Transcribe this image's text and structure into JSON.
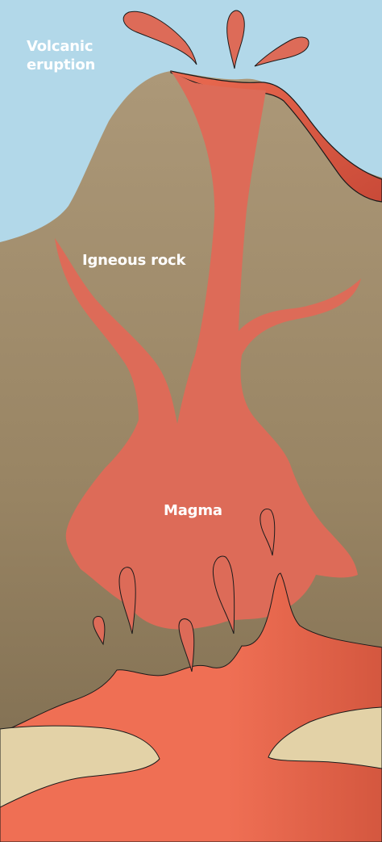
{
  "labels": {
    "eruption_line1": "Volcanic",
    "eruption_line2": "eruption",
    "igneous_rock": "Igneous rock",
    "magma": "Magma"
  },
  "colors": {
    "sky": "#b2d8e9",
    "rock_top": "#a89474",
    "rock_bottom": "#7d6b4f",
    "magma_chamber": "#d9695a",
    "lava": "#ee6e55",
    "lava_dark": "#c9503c",
    "sand": "#e3d2a7",
    "outline": "#1a1a1a"
  }
}
